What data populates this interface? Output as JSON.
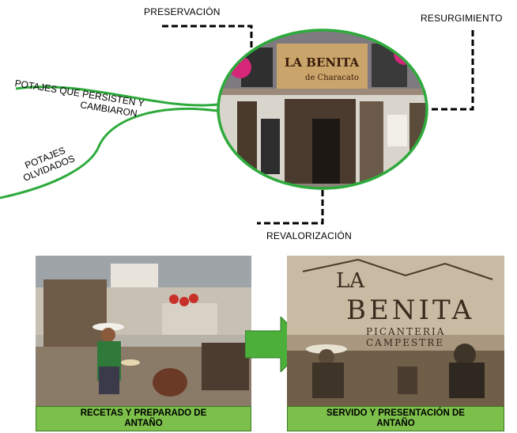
{
  "labels": {
    "preservacion": "PRESERVACIÓN",
    "resurgimiento": "RESURGIMIENTO",
    "revalorizacion": "REVALORIZACIÓN",
    "potajes_persisten": "POTAJES QUE PERSISTEN Y",
    "cambiaron": "CAMBIARON",
    "potajes": "POTAJES",
    "olvidados": "OLVIDADOS"
  },
  "storefront": {
    "sign_main": "LA BENITA",
    "sign_sub": "de Characato"
  },
  "photos": {
    "left_caption_line1": "RECETAS Y PREPARADO DE",
    "left_caption_line2": "ANTAÑO",
    "right_caption_line1": "SERVIDO Y PRESENTACIÓN DE",
    "right_caption_line2": "ANTAÑO",
    "right_brand_1": "LA",
    "right_brand_2": "BENITA",
    "right_brand_sub1": "PICANTERIA",
    "right_brand_sub2": "CAMPESTRE"
  },
  "colors": {
    "green_line": "#2eaa3c",
    "caption_bg": "#7cbf4a",
    "arrow": "#4caf3a"
  }
}
